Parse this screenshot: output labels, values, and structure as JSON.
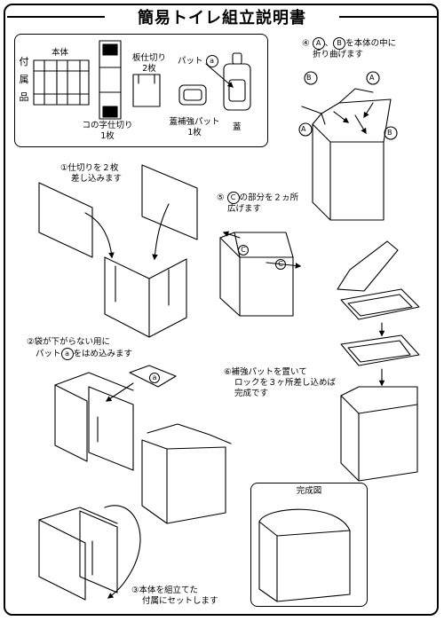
{
  "title": "簡易トイレ組立説明書",
  "parts": {
    "section_label": "付属品",
    "main_body": "本体",
    "u_partition_line1": "コの字仕切り",
    "u_partition_line2": "1枚",
    "plate_partition_line1": "板仕切り",
    "plate_partition_line2": "2枚",
    "pad_a_label": "パット",
    "pad_a_symbol": "a",
    "lid_pad_line1": "蓋補強パット",
    "lid_pad_line2": "1枚",
    "lid": "蓋"
  },
  "steps": {
    "step1_line1": "①仕切りを２枚",
    "step1_line2": "差し込みます",
    "step2_line1": "②袋が下がらない用に",
    "step2_line2": "パット",
    "step2_line2_end": "をはめ込みます",
    "step2_symbol": "a",
    "step3_line1": "③本体を組立てた",
    "step3_line2": "付属にセットします",
    "step4_prefix": "④",
    "step4_symbol_a": "A",
    "step4_symbol_b": "B",
    "step4_line1_end": "を本体の中に",
    "step4_line2": "折り曲げます",
    "step5_prefix": "⑤",
    "step5_symbol": "C",
    "step5_line1_end": "の部分を２ヵ所",
    "step5_line2": "広げます",
    "step6_line1": "⑥補強パットを置いて",
    "step6_line2": "ロックを３ヶ所差し込めば",
    "step6_line3": "完成です"
  },
  "figure_labels": {
    "flap_a": "A",
    "flap_b": "B",
    "corner_c": "C",
    "pad_a": "a"
  },
  "completed_label": "完成図"
}
